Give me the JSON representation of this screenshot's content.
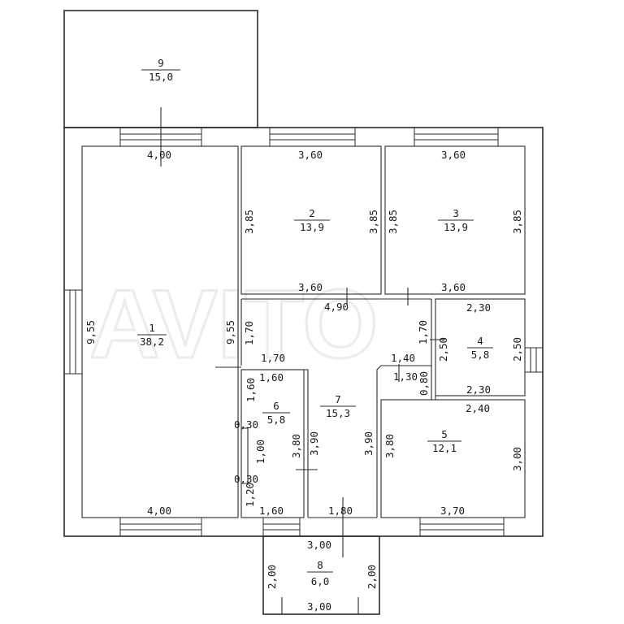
{
  "rooms": [
    {
      "number": "1",
      "area": "38,2"
    },
    {
      "number": "2",
      "area": "13,9"
    },
    {
      "number": "3",
      "area": "13,9"
    },
    {
      "number": "4",
      "area": "5,8"
    },
    {
      "number": "5",
      "area": "12,1"
    },
    {
      "number": "6",
      "area": "5,8"
    },
    {
      "number": "7",
      "area": "15,3"
    },
    {
      "number": "8",
      "area": "6,0"
    },
    {
      "number": "9",
      "area": "15,0"
    }
  ],
  "dimensions": {
    "r1_top": "4,00",
    "r1_bottom": "4,00",
    "r1_left": "9,55",
    "r1_right": "9,55",
    "r2_top": "3,60",
    "r2_bottom": "3,60",
    "r2_left": "3,85",
    "r2_right": "3,85",
    "r3_top": "3,60",
    "r3_bottom": "3,60",
    "r3_left": "3,85",
    "r3_right": "3,85",
    "r4_top": "2,30",
    "r4_bottom": "2,30",
    "r4_left": "2,50",
    "r4_right": "2,50",
    "r5_top": "2,40",
    "r5_bottom": "3,70",
    "r5_left": "3,80",
    "r5_right": "3,00",
    "r6_top": "1,60",
    "r6_bottom": "1,60",
    "r6_left_upper": "1,60",
    "r6_offset_upper": "0,30",
    "r6_inner": "1,00",
    "r6_offset_lower": "0,30",
    "r6_left_lower": "1,20",
    "r6_right": "3,80",
    "r7_top": "4,90",
    "r7_bottom": "1,80",
    "r7_left": "3,90",
    "r7_right": "3,90",
    "hall_left": "1,70",
    "hall_bottom_left": "1,70",
    "hall_right": "1,70",
    "hall_bottom_right": "1,40",
    "step_horizontal": "1,30",
    "step_vertical": "0,80",
    "r8_top": "3,00",
    "r8_bottom": "3,00",
    "r8_left": "2,00",
    "r8_right": "2,00"
  },
  "watermark": "AVITO"
}
